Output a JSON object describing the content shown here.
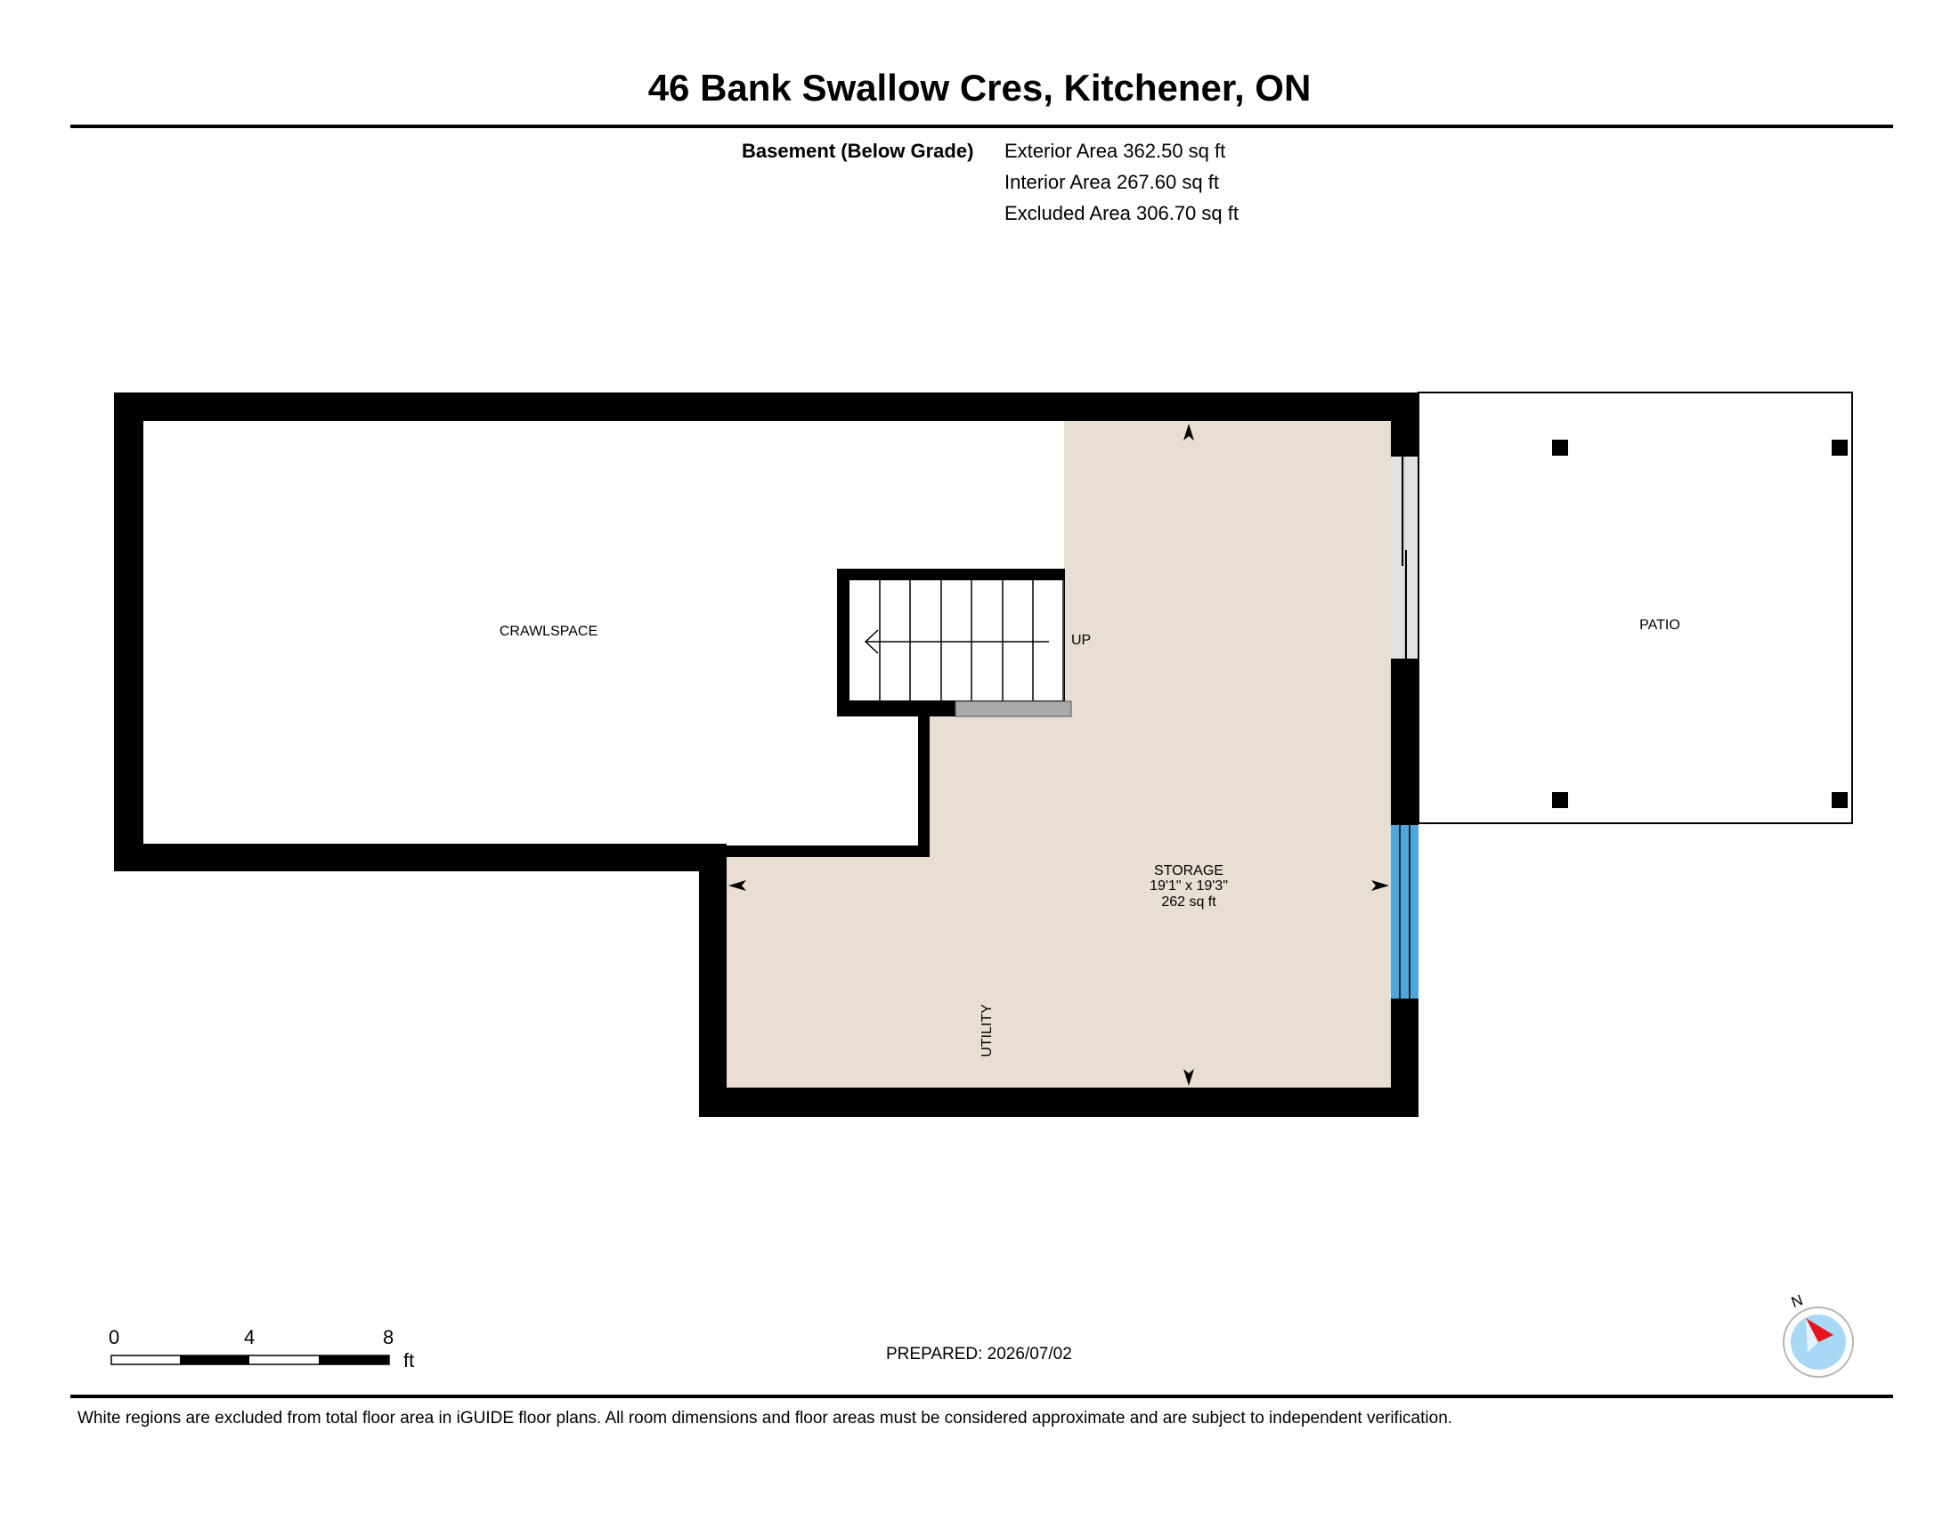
{
  "header": {
    "title": "46 Bank Swallow Cres, Kitchener, ON"
  },
  "summary": {
    "level": "Basement (Below Grade)",
    "exterior": "Exterior Area 362.50 sq ft",
    "interior": "Interior Area 267.60 sq ft",
    "excluded": "Excluded Area 306.70 sq ft"
  },
  "rooms": {
    "crawlspace": "CRAWLSPACE",
    "storage_name": "STORAGE",
    "storage_dims": "19'1\" x 19'3\"",
    "storage_area": "262 sq ft",
    "utility": "UTILITY",
    "patio": "PATIO",
    "stairs": "UP"
  },
  "colors": {
    "room_fill": "#e8dfd2",
    "wall": "#000000",
    "window": "#4ea6dc",
    "compass_bg": "#a9d8f5",
    "compass_needle": "#e8141b"
  },
  "scale": {
    "ticks": [
      "0",
      "4",
      "8"
    ],
    "unit": "ft"
  },
  "compass": {
    "north_label": "N"
  },
  "footer": {
    "prepared": "PREPARED: 2026/07/02",
    "disclaimer": "White regions are excluded from total floor area in iGUIDE floor plans. All room dimensions and floor areas must be considered approximate and are subject to independent verification."
  }
}
